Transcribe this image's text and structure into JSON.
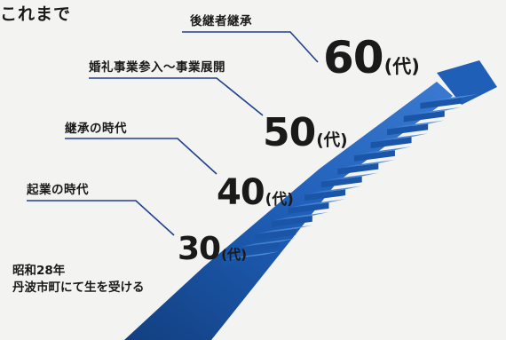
{
  "heading": "これまで",
  "milestones": [
    {
      "label": "後継者継承",
      "age": "60",
      "unit": "(代)"
    },
    {
      "label": "婚礼事業参入〜事業展開",
      "age": "50",
      "unit": "(代)"
    },
    {
      "label": "継承の時代",
      "age": "40",
      "unit": "(代)"
    },
    {
      "label": "起業の時代",
      "age": "30",
      "unit": "(代)"
    }
  ],
  "origin": {
    "line1": "昭和28年",
    "line2": "丹波市町にて生を受ける"
  },
  "colors": {
    "stairs_blue": "#1f5fb8",
    "stairs_light": "#4f8fdc",
    "stairs_dark": "#123f80",
    "leader_line": "#1f3f8f"
  }
}
